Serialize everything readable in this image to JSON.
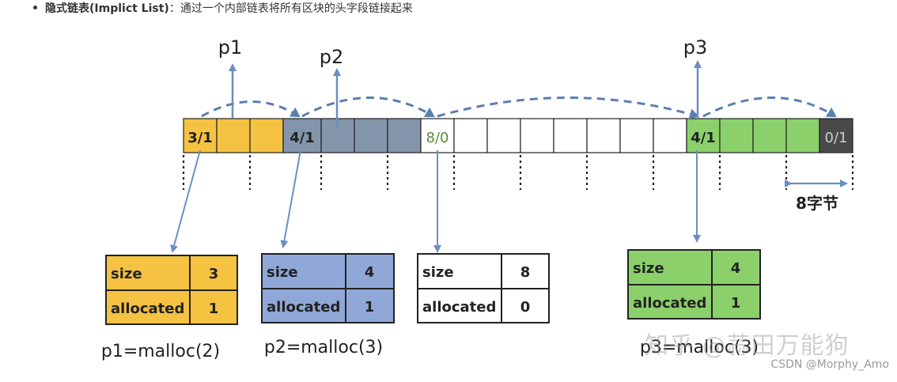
{
  "bullet": {
    "term": "隐式链表(Implict List)",
    "desc": "：通过一个内部链表将所有区块的头字段链接起来"
  },
  "colors": {
    "yellow": "#f5c242",
    "blue_gray": "#8395ab",
    "green": "#8bd06b",
    "dark_gray": "#4a4a4a",
    "white": "#ffffff",
    "arrow": "#6a8fc0"
  },
  "pointers": [
    {
      "label": "p1"
    },
    {
      "label": "p2"
    },
    {
      "label": "p3"
    }
  ],
  "headers": [
    {
      "text": "3/1",
      "color": "yellow",
      "text_color": "#222"
    },
    {
      "text": "4/1",
      "color": "blue_gray",
      "text_color": "#222"
    },
    {
      "text": "8/0",
      "color": "white",
      "text_color": "#5a8a3a"
    },
    {
      "text": "4/1",
      "color": "green",
      "text_color": "#222"
    },
    {
      "text": "0/1",
      "color": "dark_gray",
      "text_color": "#cccccc"
    }
  ],
  "word_size_label": "8字节",
  "tables": [
    {
      "size_label": "size",
      "size_value": "3",
      "alloc_label": "allocated",
      "alloc_value": "1",
      "color": "yellow",
      "caption": "p1=malloc(2)"
    },
    {
      "size_label": "size",
      "size_value": "4",
      "alloc_label": "allocated",
      "alloc_value": "1",
      "color": "blue_gray_light",
      "caption": "p2=malloc(3)"
    },
    {
      "size_label": "size",
      "size_value": "8",
      "alloc_label": "allocated",
      "alloc_value": "0",
      "color": "white",
      "caption": ""
    },
    {
      "size_label": "size",
      "size_value": "4",
      "alloc_label": "allocated",
      "alloc_value": "1",
      "color": "green",
      "caption": "p3=malloc(3)"
    }
  ],
  "watermark_zhihu": "知乎 @蒜田万能狗",
  "watermark_csdn": "CSDN @Morphy_Amo"
}
